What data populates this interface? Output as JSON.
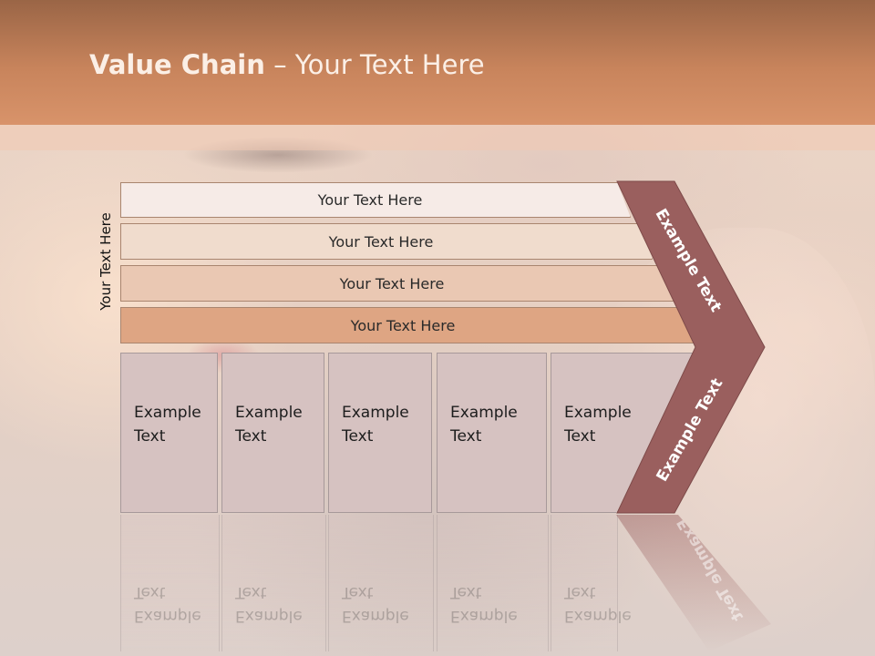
{
  "slide": {
    "title_main": "Value Chain",
    "title_rest": " – Your Text Here",
    "side_label": "Your Text Here"
  },
  "rows": [
    {
      "label": "Your Text Here",
      "fill": "#f6ebe7"
    },
    {
      "label": "Your Text Here",
      "fill": "#f0dccd"
    },
    {
      "label": "Your Text Here",
      "fill": "#eac8b3"
    },
    {
      "label": "Your Text Here",
      "fill": "#dea583"
    }
  ],
  "columns": [
    {
      "line1": "Example",
      "line2": "Text"
    },
    {
      "line1": "Example",
      "line2": "Text"
    },
    {
      "line1": "Example",
      "line2": "Text"
    },
    {
      "line1": "Example",
      "line2": "Text"
    },
    {
      "line1": "Example",
      "line2": "Text"
    }
  ],
  "chevron": {
    "top_text": "Example Text",
    "bottom_text": "Example Text",
    "fill": "#9a5f5e"
  },
  "colors": {
    "header": "#c8845c",
    "column_fill": "#d6c2c1"
  }
}
